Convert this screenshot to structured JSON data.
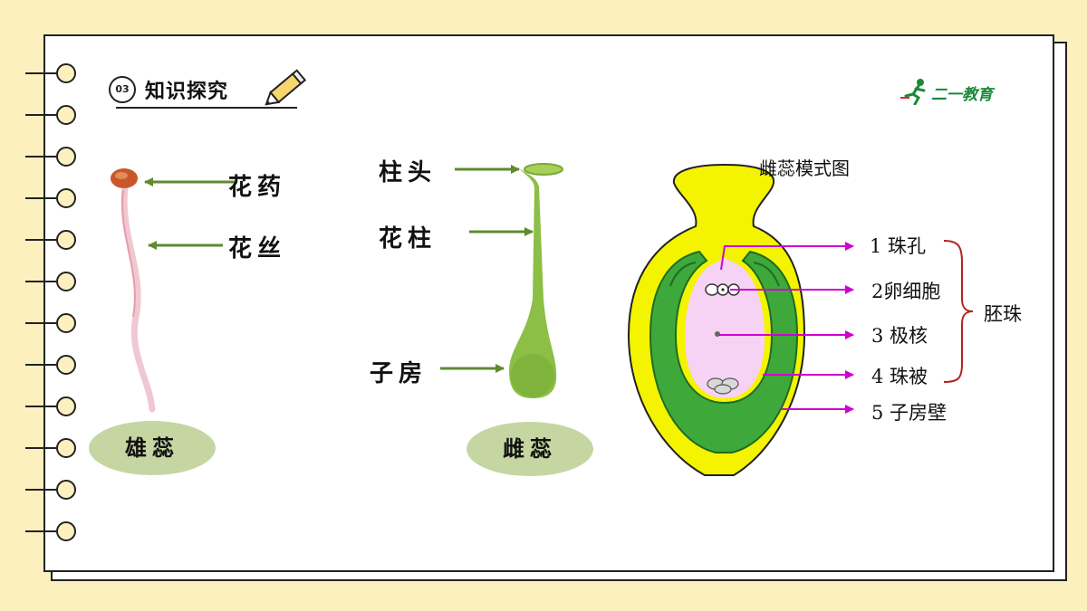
{
  "header": {
    "badge": "03",
    "title": "知识探究"
  },
  "logo": {
    "text": "二一教育"
  },
  "stamen": {
    "anther_label": "花药",
    "filament_label": "花丝",
    "name": "雄蕊"
  },
  "pistil": {
    "stigma_label": "柱头",
    "style_label": "花柱",
    "ovary_label": "子房",
    "name": "雌蕊"
  },
  "model": {
    "title": "雌蕊模式图",
    "labels": [
      "1 珠孔",
      "2卵细胞",
      "3 极核",
      "4 珠被",
      "5 子房壁"
    ],
    "bracket_label": "胚珠"
  },
  "colors": {
    "arrow_green": "#5f8a2e",
    "arrow_magenta": "#d000d0",
    "ovary_wall": "#f4f400",
    "integument": "#3fa83a",
    "embryo_sac": "#f6d2f4",
    "ellipse": "#c5d6a3"
  }
}
